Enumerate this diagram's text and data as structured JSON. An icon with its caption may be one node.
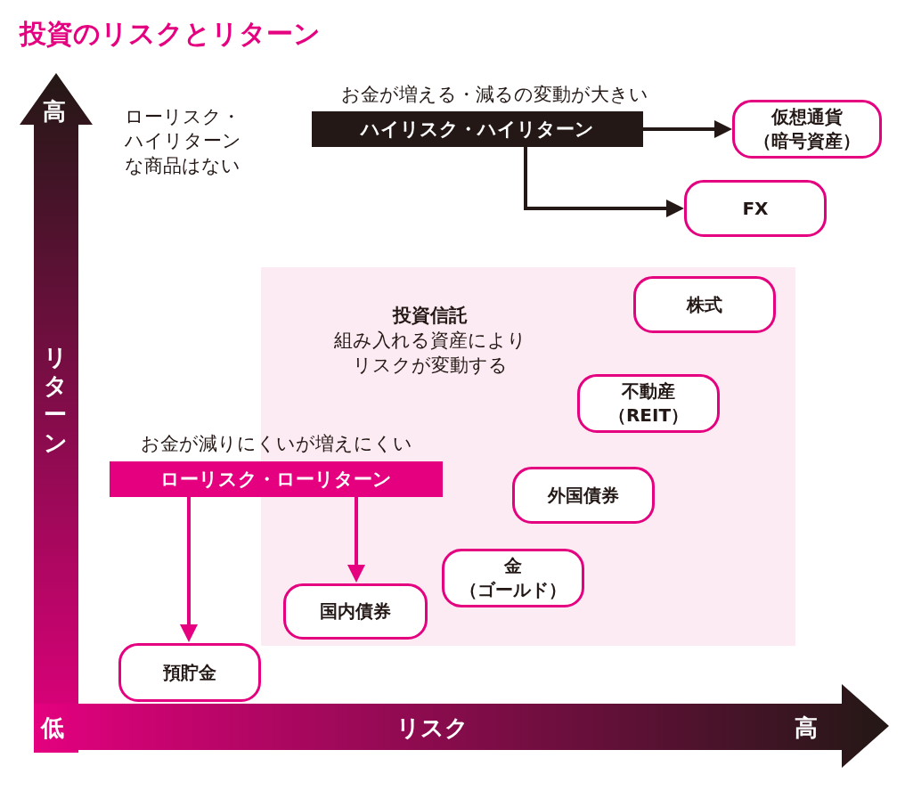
{
  "diagram": {
    "title": "投資のリスクとリターン",
    "nodes": [
      {
        "text": [
          "ハイリスク・ハイリターン"
        ],
        "beside": [
          "お金が増える・減るの変動が大きい"
        ]
      },
      {
        "text": [
          "仮想通貨（暗号資産）"
        ]
      },
      {
        "text": [
          "FX"
        ]
      },
      {
        "text": [
          "投資信託",
          "組み入れる資産によりリスクが変動する"
        ]
      },
      {
        "text": [
          "株式"
        ],
        "in": 3
      },
      {
        "text": [
          "不動産（REIT）"
        ],
        "in": 3
      },
      {
        "text": [
          "外国債券"
        ],
        "in": 3
      },
      {
        "text": [
          "金（ゴールド）"
        ],
        "in": 3
      },
      {
        "text": [
          "ローリスク・ローリターン"
        ],
        "beside": [
          "お金が減りにくいが増えにくい"
        ]
      },
      {
        "text": [
          "国内債券"
        ],
        "in": 3
      },
      {
        "text": [
          "預貯金"
        ]
      }
    ],
    "edges": [
      {
        "from": 0,
        "to": 1,
        "arrow": "to"
      },
      {
        "from": 0,
        "to": 2,
        "arrow": "to"
      },
      {
        "from": 8,
        "to": 10,
        "arrow": "to",
        "color": "#e4007f"
      },
      {
        "from": 8,
        "to": 9,
        "arrow": "to",
        "color": "#e4007f"
      }
    ],
    "labels": [
      "ローリスク・ハイリターンな商品はない",
      "高",
      "リターン",
      "低",
      "リスク",
      "高"
    ]
  }
}
